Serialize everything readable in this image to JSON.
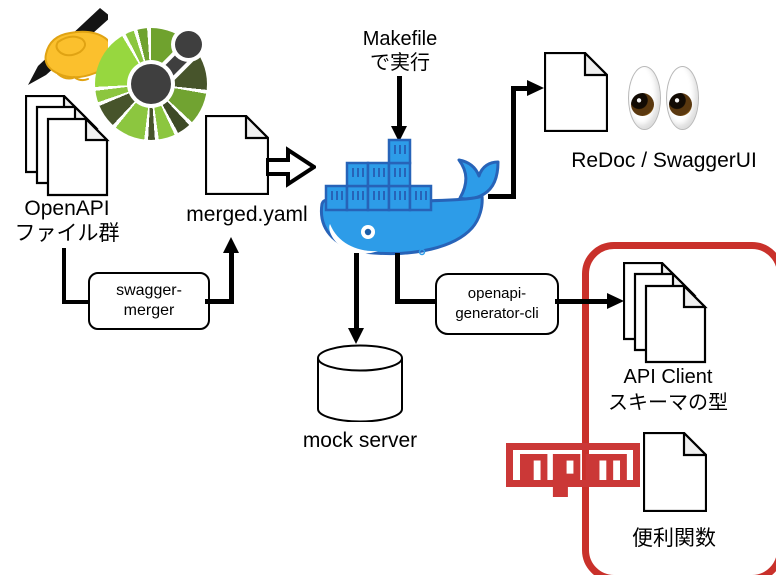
{
  "labels": {
    "openapi_files": "OpenAPI\nファイル群",
    "merged_yaml": "merged.yaml",
    "makefile_note": "Makefile\nで実行",
    "swagger_merger": "swagger-\nmerger",
    "redoc_swaggerui": "ReDoc / SwaggerUI",
    "openapi_generator": "openapi-\ngenerator-cli",
    "api_client": "API Client\nスキーマの型",
    "mock_server": "mock server",
    "utility_functions": "便利関数"
  },
  "icons": {
    "writing_hand": "writing-hand-emoji",
    "openapi_logo": "openapi-logo",
    "docker_logo": "docker-whale-logo",
    "eyes": "eyes-emoji",
    "npm": "npm-logo",
    "documents": "document-icon",
    "database": "database-cylinder-icon"
  },
  "colors": {
    "npm_red": "#CB3837",
    "highlight_red": "#C9312B",
    "docker_blue": "#2D9CE8",
    "docker_outline": "#2763B8",
    "openapi_lime": "#8CC63F",
    "openapi_green": "#6FA22E",
    "openapi_dark_green": "#47542B",
    "hub_gray": "#3F3F3F",
    "connector_black": "#000000",
    "doc_fold_gray": "#F0F0F0"
  }
}
